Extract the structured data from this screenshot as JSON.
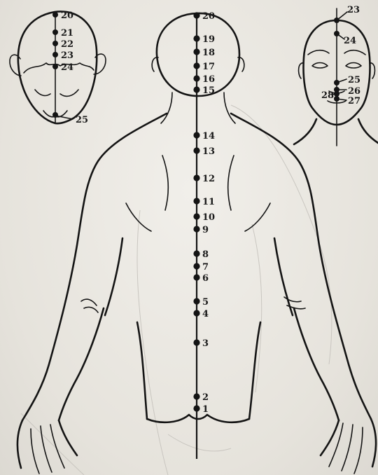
{
  "points": {
    "back": [
      {
        "num": "20"
      },
      {
        "num": "19"
      },
      {
        "num": "18"
      },
      {
        "num": "17"
      },
      {
        "num": "16"
      },
      {
        "num": "15"
      },
      {
        "num": "14"
      },
      {
        "num": "13"
      },
      {
        "num": "12"
      },
      {
        "num": "11"
      },
      {
        "num": "10"
      },
      {
        "num": "9"
      },
      {
        "num": "8"
      },
      {
        "num": "7"
      },
      {
        "num": "6"
      },
      {
        "num": "5"
      },
      {
        "num": "4"
      },
      {
        "num": "3"
      },
      {
        "num": "2"
      },
      {
        "num": "1"
      }
    ],
    "top_head": [
      {
        "num": "20"
      },
      {
        "num": "21"
      },
      {
        "num": "22"
      },
      {
        "num": "23"
      },
      {
        "num": "24"
      },
      {
        "num": "25"
      }
    ],
    "face": [
      {
        "num": "23"
      },
      {
        "num": "24"
      },
      {
        "num": "25"
      },
      {
        "num": "26"
      },
      {
        "num": "27"
      },
      {
        "num": "28"
      }
    ]
  }
}
